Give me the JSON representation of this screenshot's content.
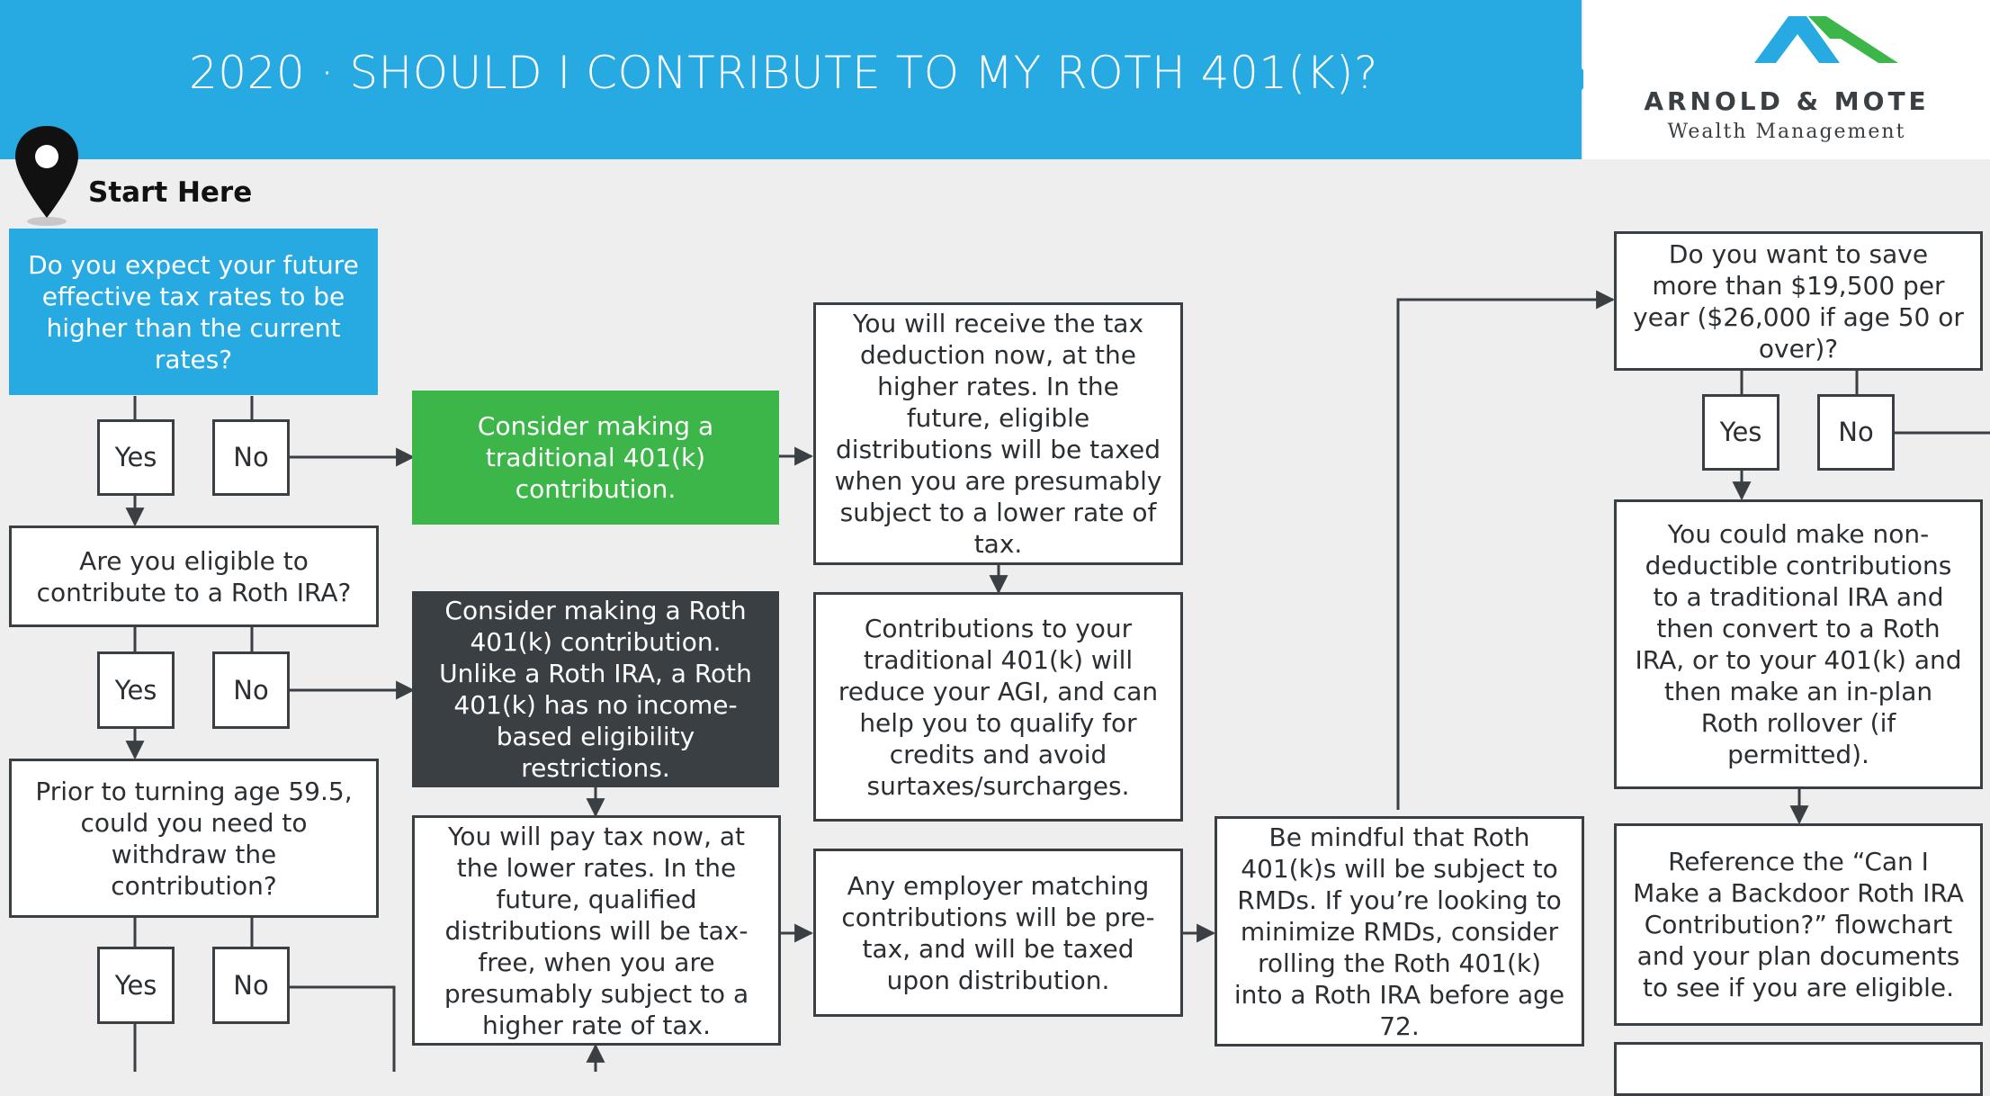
{
  "header": {
    "title": "2020 · SHOULD I CONTRIBUTE TO MY ROTH 401(K)?",
    "logo_name": "ARNOLD & MOTE",
    "logo_sub": "Wealth Management"
  },
  "start_label": "Start Here",
  "colors": {
    "blue": "#27a9e1",
    "green": "#3db649",
    "dark": "#3a3f44",
    "background": "#eeeeee"
  },
  "nodes": {
    "q_future_rates": "Do you expect your future effective tax rates to be higher than the current rates?",
    "q1_yes": "Yes",
    "q1_no": "No",
    "q_roth_ira": "Are you eligible to contribute to a Roth IRA?",
    "q2_yes": "Yes",
    "q2_no": "No",
    "q_withdraw": "Prior to turning age 59.5, could you need to withdraw the contribution?",
    "q3_yes": "Yes",
    "q3_no": "No",
    "traditional_401k": "Consider making a traditional 401(k) contribution.",
    "roth_401k": "Consider making a Roth 401(k) contribution. Unlike a Roth IRA, a Roth 401(k) has no income-based eligibility restrictions.",
    "pay_tax_now": "You will pay tax now, at the lower rates. In the future, qualified distributions will be tax-free, when you are presumably subject to a higher rate of tax.",
    "tax_deduction": "You will receive the tax deduction now, at the higher rates. In the future, eligible distributions will be taxed when you are presumably subject to a lower rate of tax.",
    "reduce_agi": "Contributions to your traditional 401(k) will reduce your AGI, and can help you to qualify for credits and avoid surtaxes/surcharges.",
    "employer_match": "Any employer matching contributions will be pre-tax, and will be taxed upon distribution.",
    "rmds": "Be mindful that Roth 401(k)s will be subject to RMDs. If you’re looking to minimize RMDs, consider rolling the Roth 401(k) into a Roth IRA before age 72.",
    "q_save_more": "Do you want to save more than $19,500 per year ($26,000 if age 50 or over)?",
    "q4_yes": "Yes",
    "q4_no": "No",
    "non_deductible": "You could make non-deductible contributions to a traditional IRA and then convert to a Roth IRA, or to your 401(k) and then make an in-plan Roth rollover (if permitted).",
    "backdoor": "Reference the “Can I Make a Backdoor Roth IRA Contribution?” flowchart and your plan documents to see if you are eligible."
  }
}
